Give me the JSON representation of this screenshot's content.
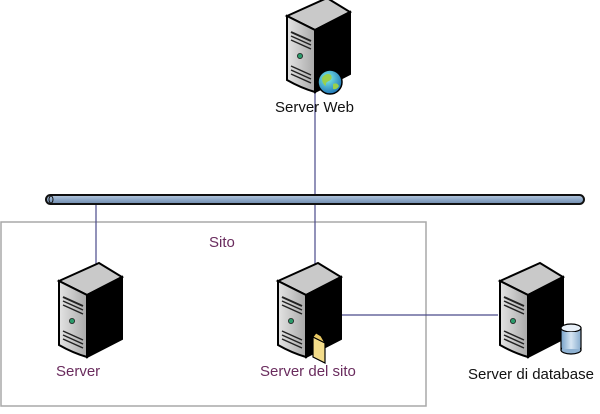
{
  "diagram": {
    "title": "",
    "colors": {
      "connector": "#4a4a8a",
      "site_border": "#a8a8a8",
      "bus_fill": "#8fa9c8",
      "bus_stroke": "#111111",
      "label_dark": "#111111",
      "label_site": "#6a2c5e"
    },
    "site_box": {
      "label": "Sito"
    },
    "nodes": [
      {
        "id": "web",
        "label": "Server Web",
        "icon": "server-globe-icon",
        "in_site": false
      },
      {
        "id": "server",
        "label": "Server",
        "icon": "server-icon",
        "in_site": true
      },
      {
        "id": "site",
        "label": "Server del sito",
        "icon": "server-folder-icon",
        "in_site": true
      },
      {
        "id": "db",
        "label": "Server di database",
        "icon": "server-database-icon",
        "in_site": false
      }
    ],
    "network": {
      "label": "",
      "type": "bus"
    },
    "connections": [
      {
        "from": "web",
        "to": "network"
      },
      {
        "from": "server",
        "to": "network"
      },
      {
        "from": "site",
        "to": "network"
      },
      {
        "from": "site",
        "to": "db"
      }
    ]
  }
}
